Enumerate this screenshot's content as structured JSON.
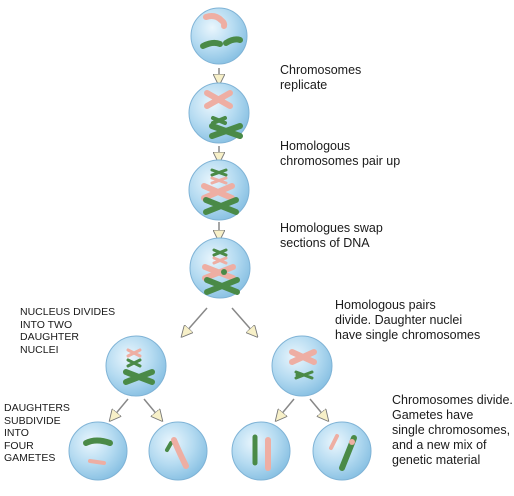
{
  "labels": {
    "replicate": "Chromosomes\nreplicate",
    "pair_up": "Homologous\nchromosomes pair up",
    "swap": "Homologues swap\nsections of DNA",
    "nucleus_divides": "NUCLEUS DIVIDES\nINTO TWO\nDAUGHTER\nNUCLEI",
    "pairs_divide": "Homologous pairs\ndivide. Daughter nuclei\nhave single chromosomes",
    "daughters_subdivide": "DAUGHTERS\nSUBDIVIDE\nINTO\nFOUR\nGAMETES",
    "chromosomes_divide": "Chromosomes divide.\nGametes have\nsingle chromosomes,\nand a new mix of\ngenetic material"
  },
  "colors": {
    "cell_fill": "#a9d3ec",
    "cell_edge": "#7fb3d6",
    "chromosome_pink": "#eeaea3",
    "chromosome_green": "#4a8a47",
    "arrow": "#f7f0c8"
  }
}
